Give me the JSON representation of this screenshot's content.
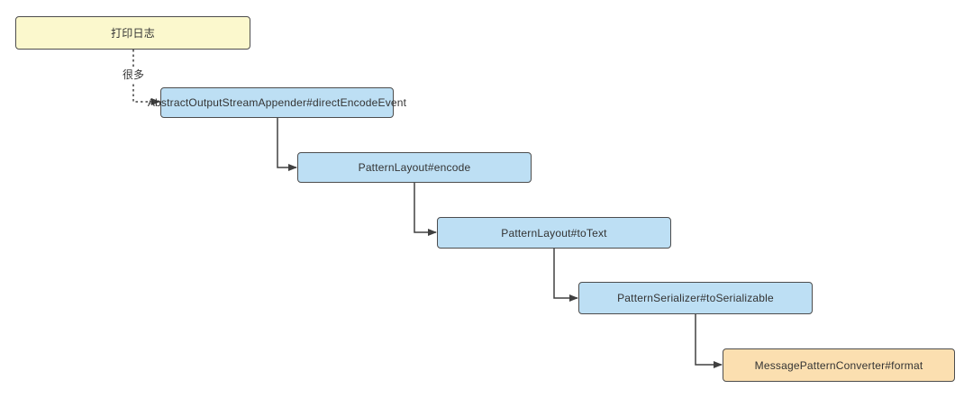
{
  "diagram": {
    "type": "flowchart",
    "direction": "staircase-top-left-to-bottom-right",
    "nodes": [
      {
        "id": "print-log",
        "label": "打印日志",
        "role": "start",
        "fill": "#FBF8CD"
      },
      {
        "id": "direct-encode-event",
        "label": "AbstractOutputStreamAppender#directEncodeEvent",
        "role": "step",
        "fill": "#BDDFF4"
      },
      {
        "id": "pattern-layout-encode",
        "label": "PatternLayout#encode",
        "role": "step",
        "fill": "#BDDFF4"
      },
      {
        "id": "pattern-layout-totext",
        "label": "PatternLayout#toText",
        "role": "step",
        "fill": "#BDDFF4"
      },
      {
        "id": "pattern-serializer",
        "label": "PatternSerializer#toSerializable",
        "role": "step",
        "fill": "#BDDFF4"
      },
      {
        "id": "message-converter",
        "label": "MessagePatternConverter#format",
        "role": "end",
        "fill": "#FBDFB0"
      }
    ],
    "edges": [
      {
        "from": "print-log",
        "to": "direct-encode-event",
        "label": "很多",
        "style": "dotted"
      },
      {
        "from": "direct-encode-event",
        "to": "pattern-layout-encode",
        "label": "",
        "style": "solid"
      },
      {
        "from": "pattern-layout-encode",
        "to": "pattern-layout-totext",
        "label": "",
        "style": "solid"
      },
      {
        "from": "pattern-layout-totext",
        "to": "pattern-serializer",
        "label": "",
        "style": "solid"
      },
      {
        "from": "pattern-serializer",
        "to": "message-converter",
        "label": "",
        "style": "solid"
      }
    ],
    "colors": {
      "background": "#ffffff",
      "node_border": "#4D4D4D",
      "connector": "#404040",
      "text": "#333333",
      "start_fill": "#FBF8CD",
      "step_fill": "#BDDFF4",
      "end_fill": "#FBDFB0"
    }
  }
}
